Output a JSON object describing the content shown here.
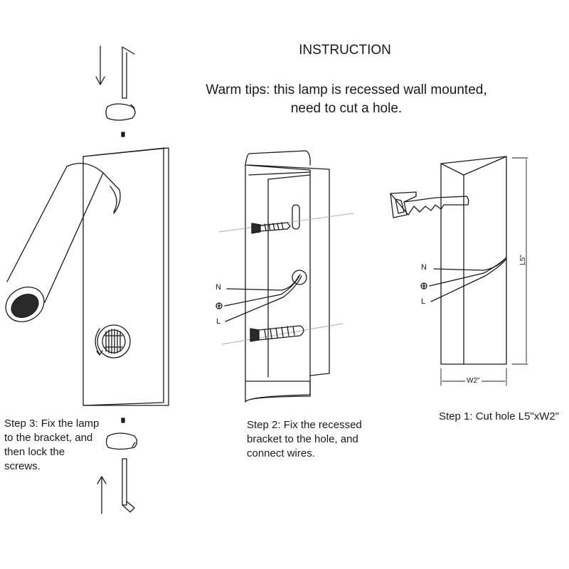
{
  "title": "INSTRUCTION",
  "warm_tips": [
    "Warm tips: this lamp is recessed wall mounted,",
    "need to cut a hole."
  ],
  "steps": {
    "step3": [
      "Step 3: Fix the lamp",
      "to the bracket, and",
      "then lock the",
      "screws."
    ],
    "step2": [
      "Step 2: Fix the recessed",
      "bracket to the hole, and",
      "connect wires."
    ],
    "step1": [
      "Step 1: Cut hole L5\"xW2\""
    ]
  },
  "wire_labels": {
    "neutral": "N",
    "earth": "⏚",
    "live": "L"
  },
  "dimensions": {
    "length": "L5\"",
    "width": "W2\""
  }
}
